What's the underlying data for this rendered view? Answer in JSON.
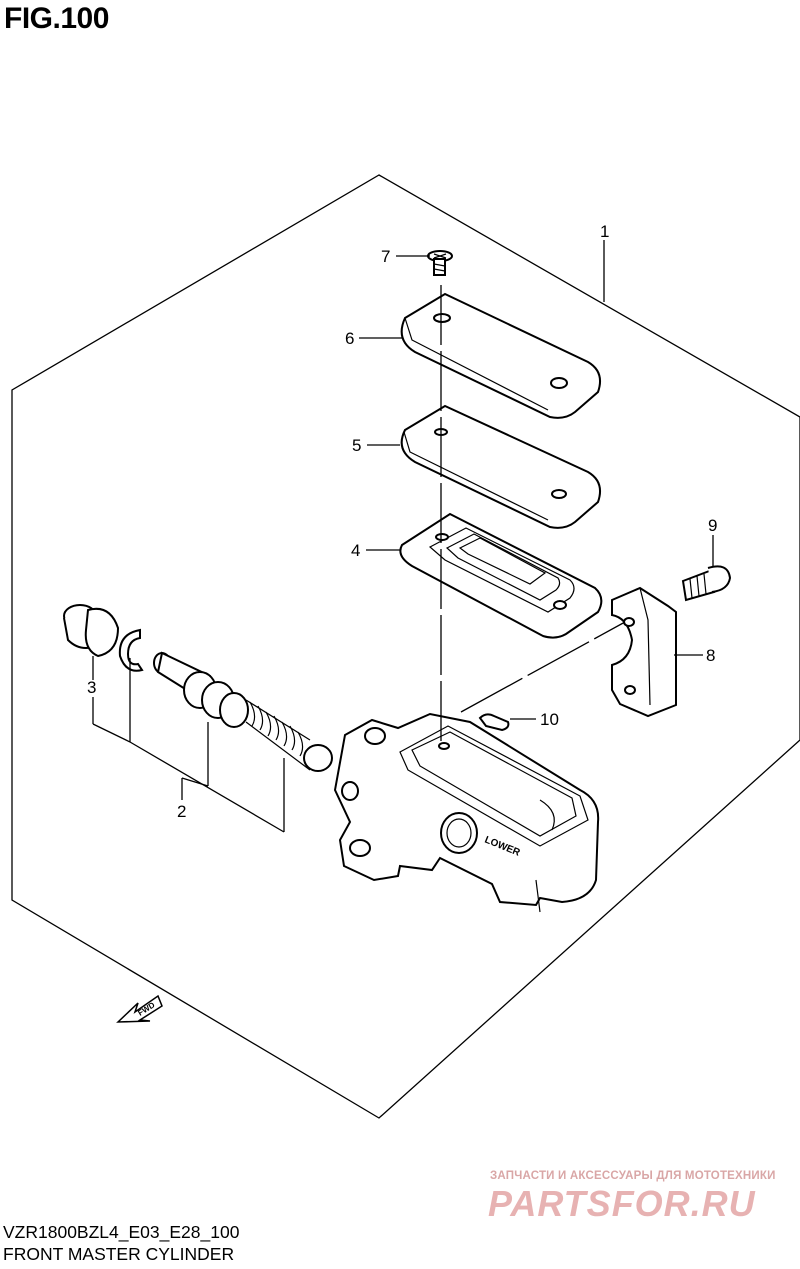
{
  "figure": {
    "title": "FIG.100",
    "code": "VZR1800BZL4_E03_E28_100",
    "name": "FRONT MASTER CYLINDER"
  },
  "callouts": {
    "c1": "1",
    "c2": "2",
    "c3": "3",
    "c4": "4",
    "c5": "5",
    "c6": "6",
    "c7": "7",
    "c8": "8",
    "c9": "9",
    "c10": "10"
  },
  "markings": {
    "fwd": "FWD",
    "lower": "LOWER"
  },
  "watermark": {
    "tagline": "ЗАПЧАСТИ И АКСЕССУАРЫ ДЛЯ МОТОТЕХНИКИ",
    "brand": "PARTSFOR.RU"
  },
  "colors": {
    "line": "#000000",
    "watermark": "#e7b2b2"
  }
}
